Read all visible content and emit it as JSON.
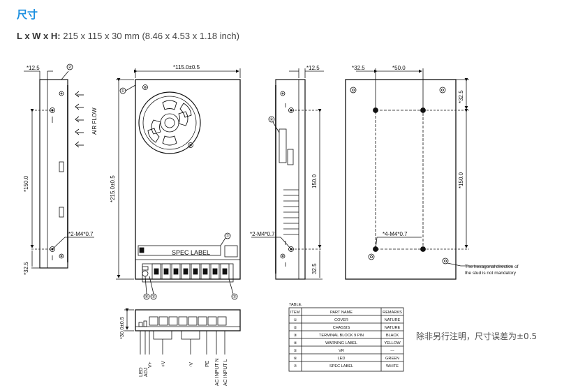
{
  "header": {
    "title": "尺寸",
    "dims_label": "L x W x H:",
    "dims_value": "215 x 115 x 30 mm (8.46 x 4.53 x 1.18 inch)"
  },
  "drawing": {
    "dim_12_5": "*12.5",
    "dim_115": "*115.0±0.5",
    "dim_12_5_b": "*12.5",
    "dim_32_5_top": "*32.5",
    "dim_50": "*50.0",
    "dim_32_5_right": "*32.5",
    "dim_150_left": "*150.0",
    "dim_215": "*215.0±0.5",
    "dim_150_mid": "150.0",
    "dim_150_right": "*150.0",
    "dim_32_5_left": "*32.5",
    "dim_32_5_side": "32.5",
    "dim_30": "*30.0±0.5",
    "m4_left": "*2-M4*0.7",
    "m4_side": "*2-M4*0.7",
    "m4_right": "*4-M4*0.7",
    "air_flow": "AIR FLOW",
    "spec_label": "SPEC LABEL",
    "hex_note_1": "The hexagonal direction of",
    "hex_note_2": "the stud is not mandatory",
    "callouts": [
      "①",
      "②",
      "③",
      "④",
      "⑤",
      "⑥",
      "⑦"
    ],
    "terminals": [
      "LED",
      "ADJ",
      "V+",
      "+V",
      "-V",
      "PE",
      "AC INPUT N",
      "AC INPUT L"
    ]
  },
  "table": {
    "caption": "TABLE.",
    "headers": [
      "ITEM",
      "PART NAME",
      "REMARKS"
    ],
    "rows": [
      [
        "①",
        "COVER",
        "NATURE"
      ],
      [
        "②",
        "CHASSIS",
        "NATURE"
      ],
      [
        "③",
        "TERMINAL BLOCK 9 PIN",
        "BLACK"
      ],
      [
        "④",
        "WARNING LABEL",
        "YELLOW"
      ],
      [
        "⑤",
        "VR",
        "---"
      ],
      [
        "⑥",
        "LED",
        "GREEN"
      ],
      [
        "⑦",
        "SPEC LABEL",
        "WHITE"
      ]
    ]
  },
  "note": "除非另行注明，尺寸误差为±0.5"
}
